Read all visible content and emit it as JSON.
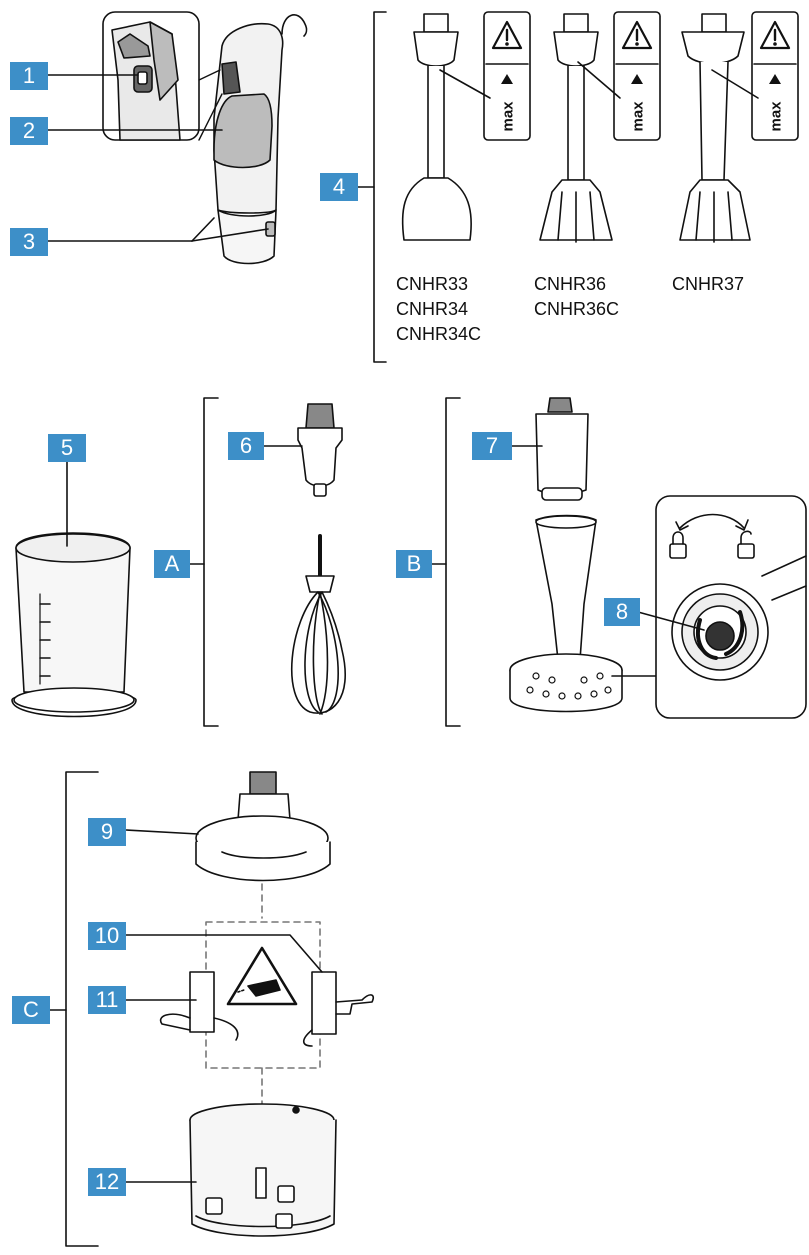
{
  "callouts": {
    "c1": "1",
    "c2": "2",
    "c3": "3",
    "c4": "4",
    "c5": "5",
    "c6": "6",
    "c7": "7",
    "c8": "8",
    "c9": "9",
    "c10": "10",
    "c11": "11",
    "c12": "12",
    "cA": "A",
    "cB": "B",
    "cC": "C"
  },
  "models": {
    "m1a": "CNHR33",
    "m1b": "CNHR34",
    "m1c": "CNHR34C",
    "m2a": "CNHR36",
    "m2b": "CNHR36C",
    "m3a": "CNHR37"
  },
  "max_label": "max",
  "colors": {
    "callout_bg": "#3d8fc8",
    "line": "#111111",
    "grey": "#bcbcbc"
  }
}
